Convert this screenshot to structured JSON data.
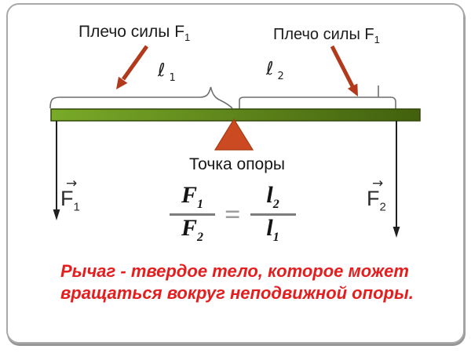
{
  "colors": {
    "red_arrow": "#b23a1c",
    "triangle_fill": "#cc4a21",
    "triangle_stroke": "#a83a12",
    "bar_left": "#79aa28",
    "bar_right": "#42600e",
    "bar_border": "#33490b",
    "brace_gray": "#6f6f6f",
    "line_black": "#1f1f1f",
    "caption_red": "#e41e1e",
    "formula_rule_gray": "#7d7d7d",
    "equals_gray": "#9e9e9e"
  },
  "labels": {
    "arm_left": {
      "text": "Плечо силы F",
      "sub": "1"
    },
    "arm_right": {
      "text": "Плечо силы F",
      "sub": "1"
    },
    "arm_length_left": {
      "symbol": "ℓ",
      "sub": "1"
    },
    "arm_length_right": {
      "symbol": "ℓ",
      "sub": "2"
    },
    "fulcrum": "Точка опоры"
  },
  "forces": {
    "left": {
      "vector": "→",
      "text": "F",
      "sub": "1"
    },
    "right": {
      "vector": "→",
      "text": "F",
      "sub": "2"
    }
  },
  "formula": {
    "lhs_num": {
      "text": "F",
      "sub": "1"
    },
    "lhs_den": {
      "text": "F",
      "sub": "2"
    },
    "equals": "=",
    "rhs_num": {
      "text": "l",
      "sub": "2"
    },
    "rhs_den": {
      "text": "l",
      "sub": "1"
    }
  },
  "caption": {
    "line1": "Рычаг - твердое тело, которое может",
    "line2": "вращаться вокруг неподвижной опоры."
  }
}
